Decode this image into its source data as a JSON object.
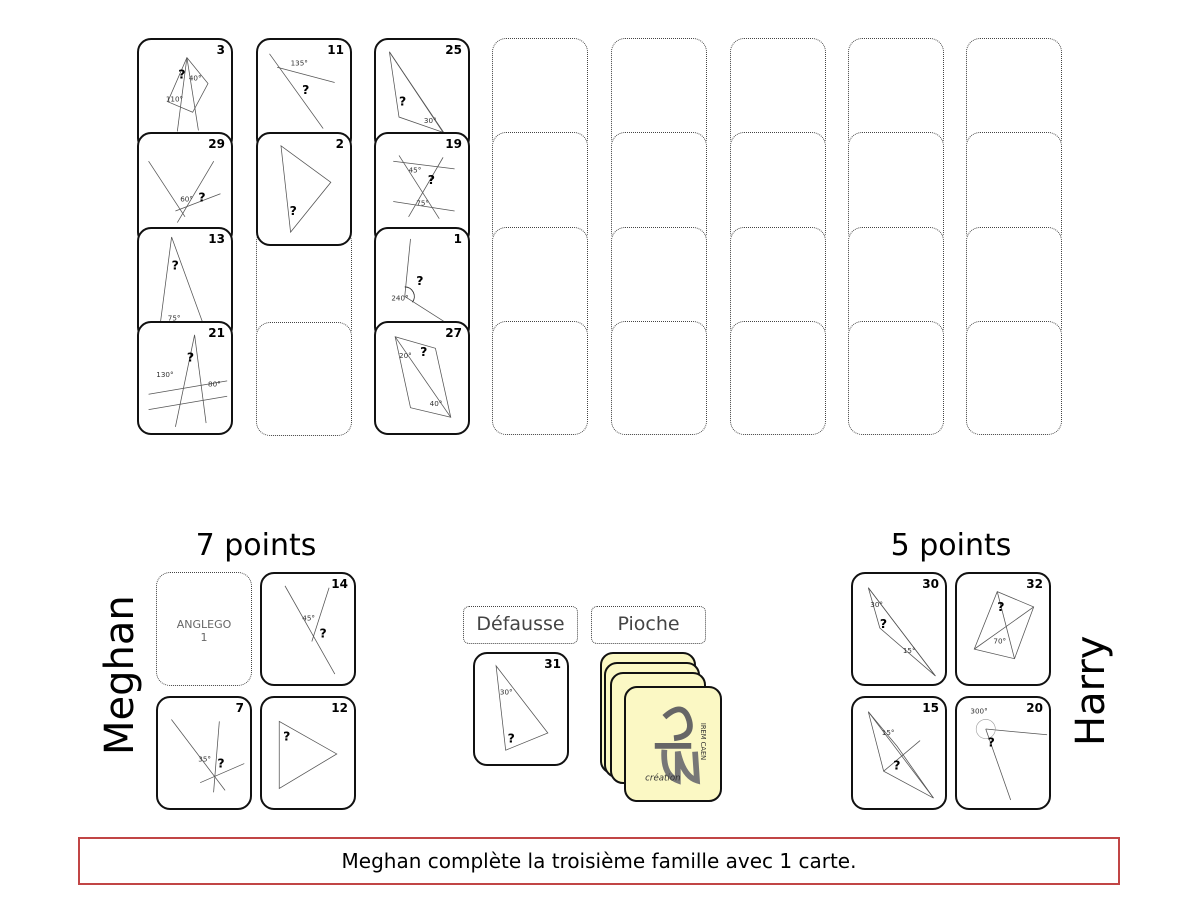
{
  "board_cards": [
    {
      "id": "card-3",
      "number": "3",
      "angles": [
        "40°",
        "110°"
      ]
    },
    {
      "id": "card-11",
      "number": "11",
      "angles": [
        "135°"
      ]
    },
    {
      "id": "card-25",
      "number": "25",
      "angles": [
        "30°"
      ]
    },
    {
      "id": "card-29",
      "number": "29",
      "angles": [
        "60°"
      ]
    },
    {
      "id": "card-2",
      "number": "2",
      "angles": []
    },
    {
      "id": "card-19",
      "number": "19",
      "angles": [
        "45°",
        "75°"
      ]
    },
    {
      "id": "card-13",
      "number": "13",
      "angles": [
        "75°"
      ]
    },
    {
      "id": "card-1",
      "number": "1",
      "angles": [
        "240°"
      ]
    },
    {
      "id": "card-21",
      "number": "21",
      "angles": [
        "130°",
        "80°"
      ]
    },
    {
      "id": "card-27",
      "number": "27",
      "angles": [
        "20°",
        "40°"
      ]
    }
  ],
  "players": {
    "meghan": {
      "name": "Meghan",
      "score": "7 points",
      "cards": [
        {
          "number": "14",
          "angles": [
            "45°"
          ]
        },
        {
          "number": "7",
          "angles": [
            "35°"
          ]
        },
        {
          "number": "12",
          "angles": []
        }
      ],
      "placeholder": {
        "line1": "ANGLEGO",
        "line2": "1"
      }
    },
    "harry": {
      "name": "Harry",
      "score": "5 points",
      "cards": [
        {
          "number": "30",
          "angles": [
            "30°",
            "15°"
          ]
        },
        {
          "number": "32",
          "angles": [
            "70°"
          ]
        },
        {
          "number": "15",
          "angles": [
            "15°"
          ]
        },
        {
          "number": "20",
          "angles": [
            "300°"
          ]
        }
      ]
    }
  },
  "piles": {
    "discard_label": "Défausse",
    "draw_label": "Pioche",
    "discard_top": {
      "number": "31",
      "angles": [
        "30°"
      ]
    },
    "logo_text": {
      "top": "IREM CAEN",
      "bottom": "création"
    }
  },
  "question_mark": "?",
  "status_message": "Meghan complète la troisième famille avec 1 carte."
}
